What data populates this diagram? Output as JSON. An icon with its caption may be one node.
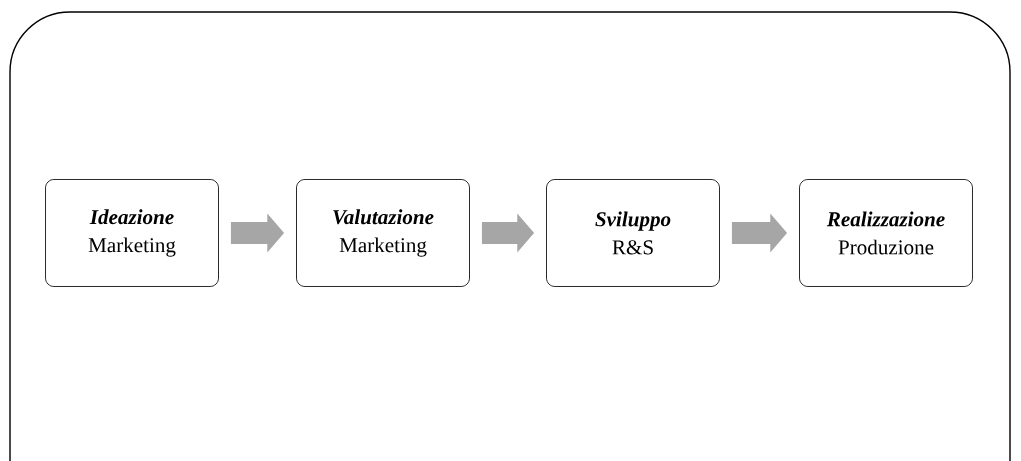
{
  "diagram": {
    "nodes": [
      {
        "text": [
          "Ideazione",
          "Marketing"
        ]
      },
      {
        "text": [
          "Valutazione",
          "Marketing"
        ]
      },
      {
        "text": [
          "Sviluppo",
          "R&S"
        ]
      },
      {
        "text": [
          "Realizzazione",
          "Produzione"
        ]
      }
    ],
    "edges": [
      {
        "from": 0,
        "to": 1,
        "arrow": "to"
      },
      {
        "from": 1,
        "to": 2,
        "arrow": "to"
      },
      {
        "from": 2,
        "to": 3,
        "arrow": "to"
      }
    ]
  }
}
